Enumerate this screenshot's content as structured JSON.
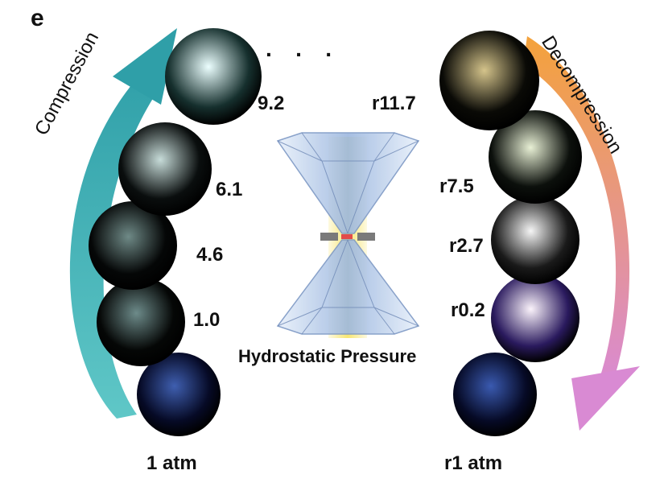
{
  "panel_label": "e",
  "compression_label": "Compression",
  "decompression_label": "Decompression",
  "center_caption": "Hydrostatic Pressure",
  "ellipsis": "· · ·",
  "compression_series": [
    {
      "label": "1 atm",
      "core": "#3f5fb0",
      "edge": "#060a26"
    },
    {
      "label": "1.0",
      "core": "#6d8b8a",
      "edge": "#050706"
    },
    {
      "label": "4.6",
      "core": "#6f8a87",
      "edge": "#050707"
    },
    {
      "label": "6.1",
      "core": "#c7dcd9",
      "edge": "#0a0e0e"
    },
    {
      "label": "9.2",
      "core": "#ecffff",
      "edge": "#16302e"
    }
  ],
  "decompression_series": [
    {
      "label": "r1 atm",
      "core": "#3a5ab0",
      "edge": "#060a26"
    },
    {
      "label": "r0.2",
      "core": "#fbf3fb",
      "edge": "#2a1a5e"
    },
    {
      "label": "r2.7",
      "core": "#f5f5f5",
      "edge": "#1a1a1a"
    },
    {
      "label": "r7.5",
      "core": "#e8f0d5",
      "edge": "#0c100c"
    },
    {
      "label": "r11.7",
      "core": "#d5c48b",
      "edge": "#0a0a06"
    }
  ],
  "colors": {
    "compression_arrow_start": "#5fc7c7",
    "compression_arrow_end": "#2f9fa8",
    "decompression_arrow_start": "#f4a23b",
    "decompression_arrow_end": "#d98ad3",
    "beam": "#f7e56a",
    "diamond": "#b9d2f0",
    "gasket": "#7a7a7a"
  }
}
